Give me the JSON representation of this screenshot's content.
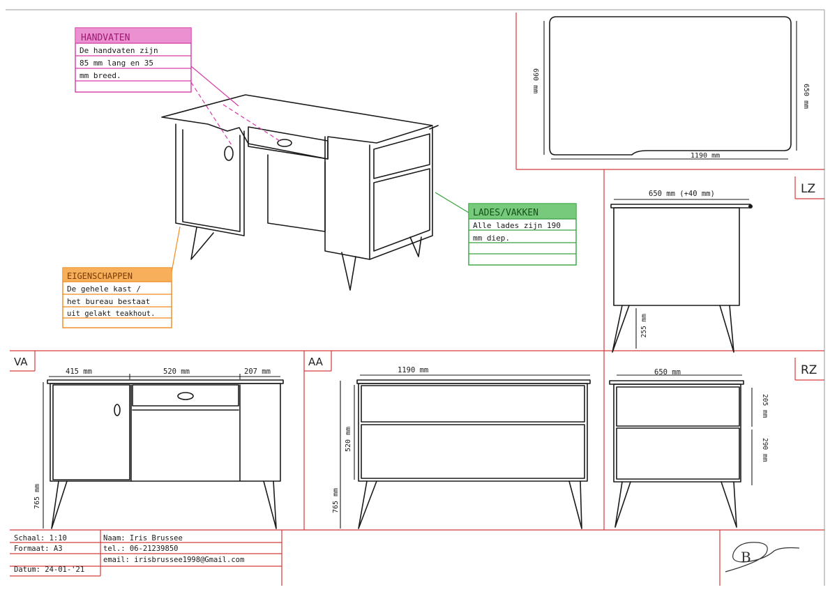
{
  "colors": {
    "frame": "#d43a3a",
    "handvaten": "#d63aa8",
    "eigenschappen": "#f08a1c",
    "lades": "#36a23e",
    "ink": "#1a1a1a"
  },
  "notes": {
    "handvaten": {
      "title": "HANDVATEN",
      "lines": [
        "De handvaten zijn",
        "85 mm lang en 35",
        "mm breed."
      ]
    },
    "eigenschappen": {
      "title": "EIGENSCHAPPEN",
      "lines": [
        "De gehele kast /",
        "het bureau bestaat",
        "uit gelakt teakhout."
      ]
    },
    "lades": {
      "title": "LADES/VAKKEN",
      "lines": [
        "Alle lades zijn 190",
        "mm diep."
      ]
    }
  },
  "views": {
    "va": "VA",
    "aa": "AA",
    "lz": "LZ",
    "rz": "RZ"
  },
  "dimensions": {
    "top_height": "690 mm",
    "top_width_right": "650 mm",
    "top_width": "1190 mm",
    "lz_width": "650 mm (+40 mm)",
    "lz_leg": "255 mm",
    "va_w1": "415 mm",
    "va_w2": "520 mm",
    "va_w3": "207 mm",
    "va_height": "765 mm",
    "aa_width": "1190 mm",
    "aa_inner": "520 mm",
    "aa_height": "765 mm",
    "rz_width": "650 mm",
    "rz_d1": "205 mm",
    "rz_d2": "290 mm"
  },
  "title_block": {
    "schaal": "Schaal: 1:10",
    "formaat": "Formaat: A3",
    "datum": "Datum: 24-01-'21",
    "naam": "Naam: Iris Brussee",
    "tel": "tel.: 06-21239850",
    "email": "email: irisbrussee1998@Gmail.com",
    "signature": "B"
  }
}
